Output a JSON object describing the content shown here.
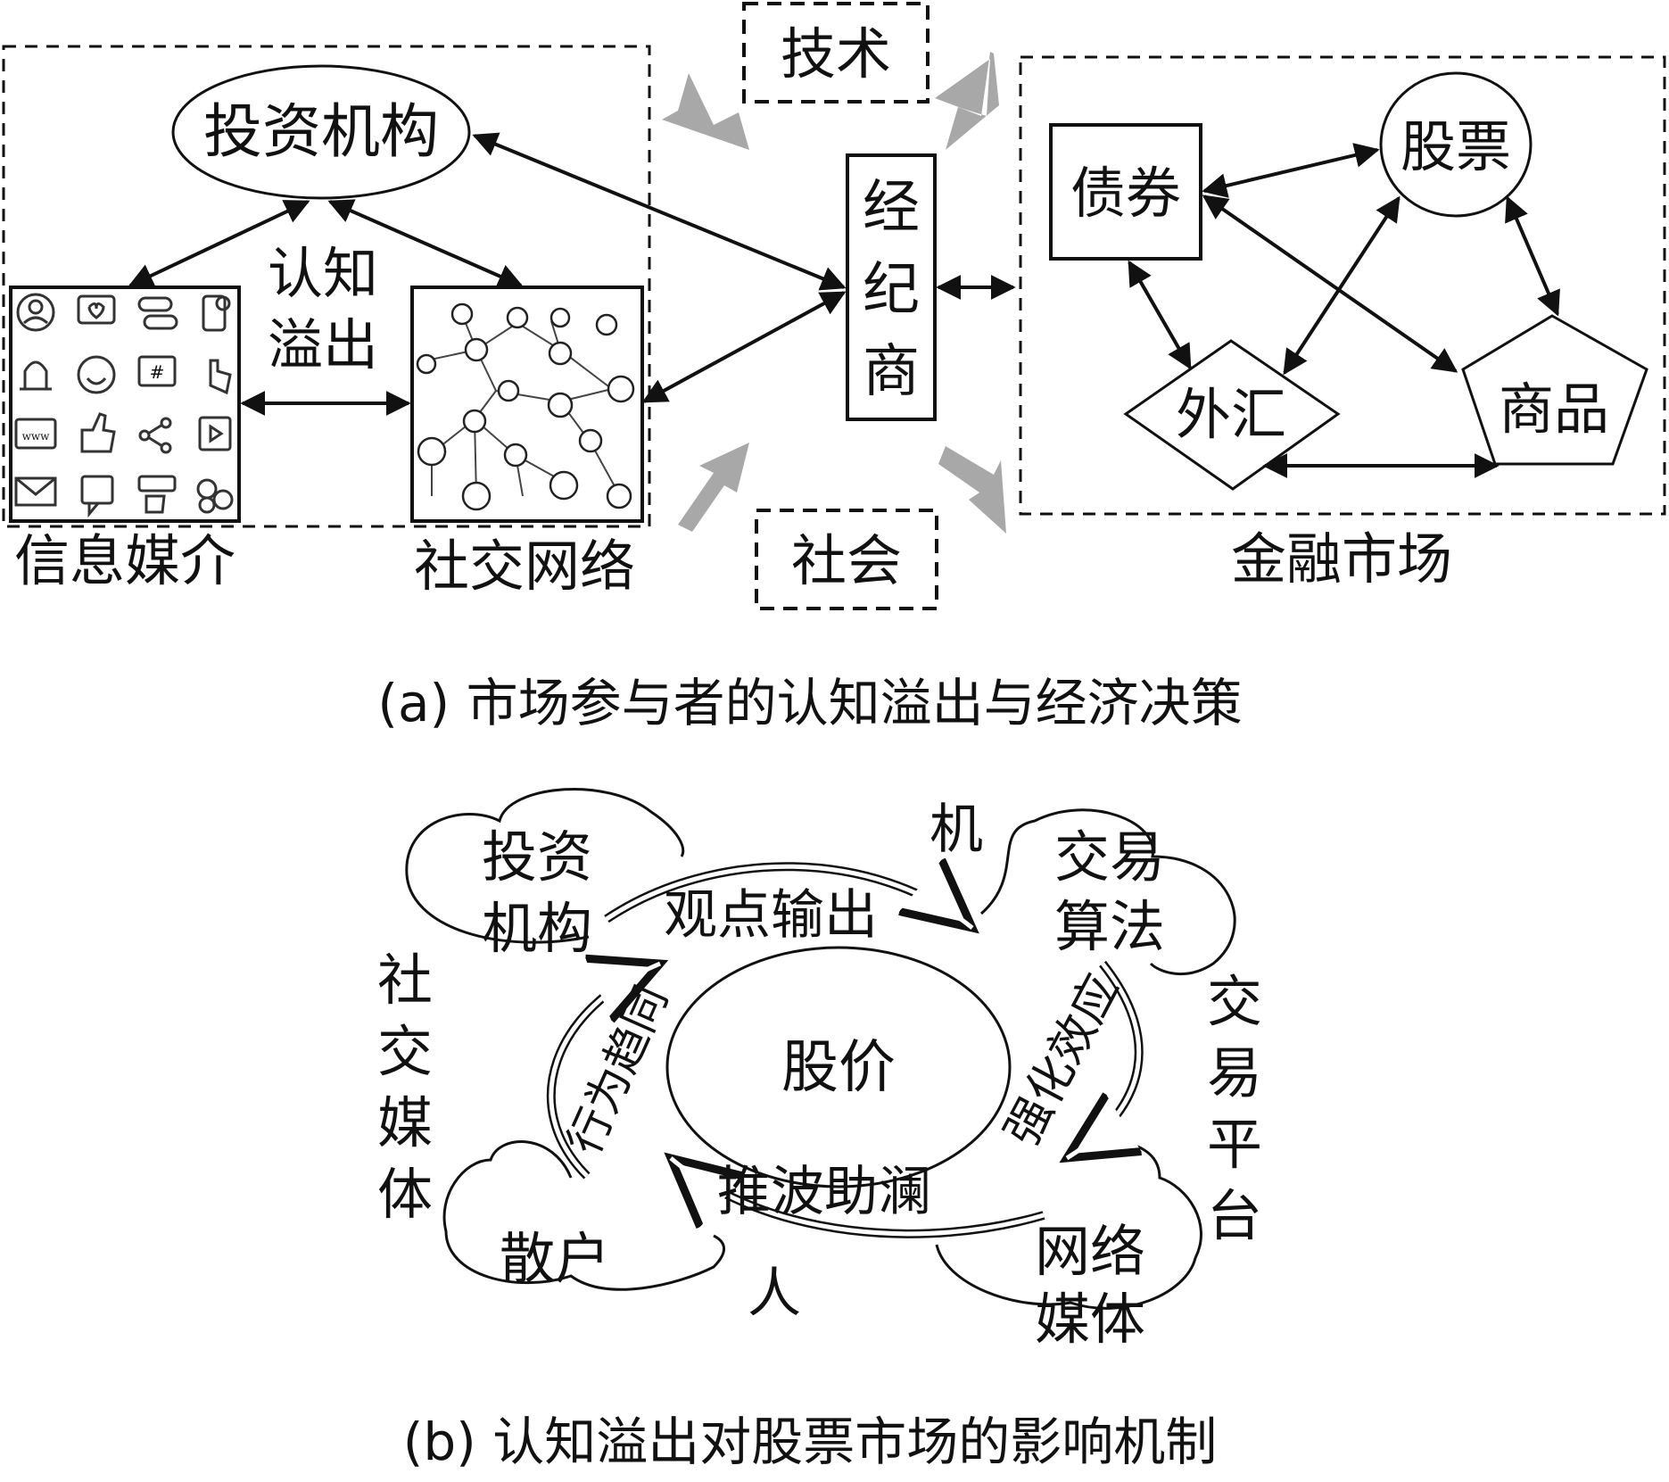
{
  "panel_a": {
    "caption": "(a) 市场参与者的认知溢出与经济决策",
    "investment_institution": "投资机构",
    "cognitive_spillover_line1": "认知",
    "cognitive_spillover_line2": "溢出",
    "information_media": "信息媒介",
    "social_network": "社交网络",
    "technology": "技术",
    "society": "社会",
    "broker_chars": [
      "经",
      "纪",
      "商"
    ],
    "financial_market": "金融市场",
    "bonds": "债券",
    "stocks": "股票",
    "forex": "外汇",
    "commodities": "商品"
  },
  "panel_b": {
    "caption": "(b) 认知溢出对股票市场的影响机制",
    "center": "股价",
    "investment_institution_line1": "投资",
    "investment_institution_line2": "机构",
    "trading_algorithm_line1": "交易",
    "trading_algorithm_line2": "算法",
    "retail_investors": "散户",
    "network_media_line1": "网络",
    "network_media_line2": "媒体",
    "machine": "机",
    "human": "人",
    "social_media_chars": [
      "社",
      "交",
      "媒",
      "体"
    ],
    "trading_platform_chars": [
      "交",
      "易",
      "平",
      "台"
    ],
    "opinion_output": "观点输出",
    "reinforcement_effect": "强化效应",
    "behavior_convergence": "行为趋同",
    "fueling": "推波助澜"
  },
  "colors": {
    "ink": "#111111",
    "gray_arrow": "#a8a8a8"
  }
}
